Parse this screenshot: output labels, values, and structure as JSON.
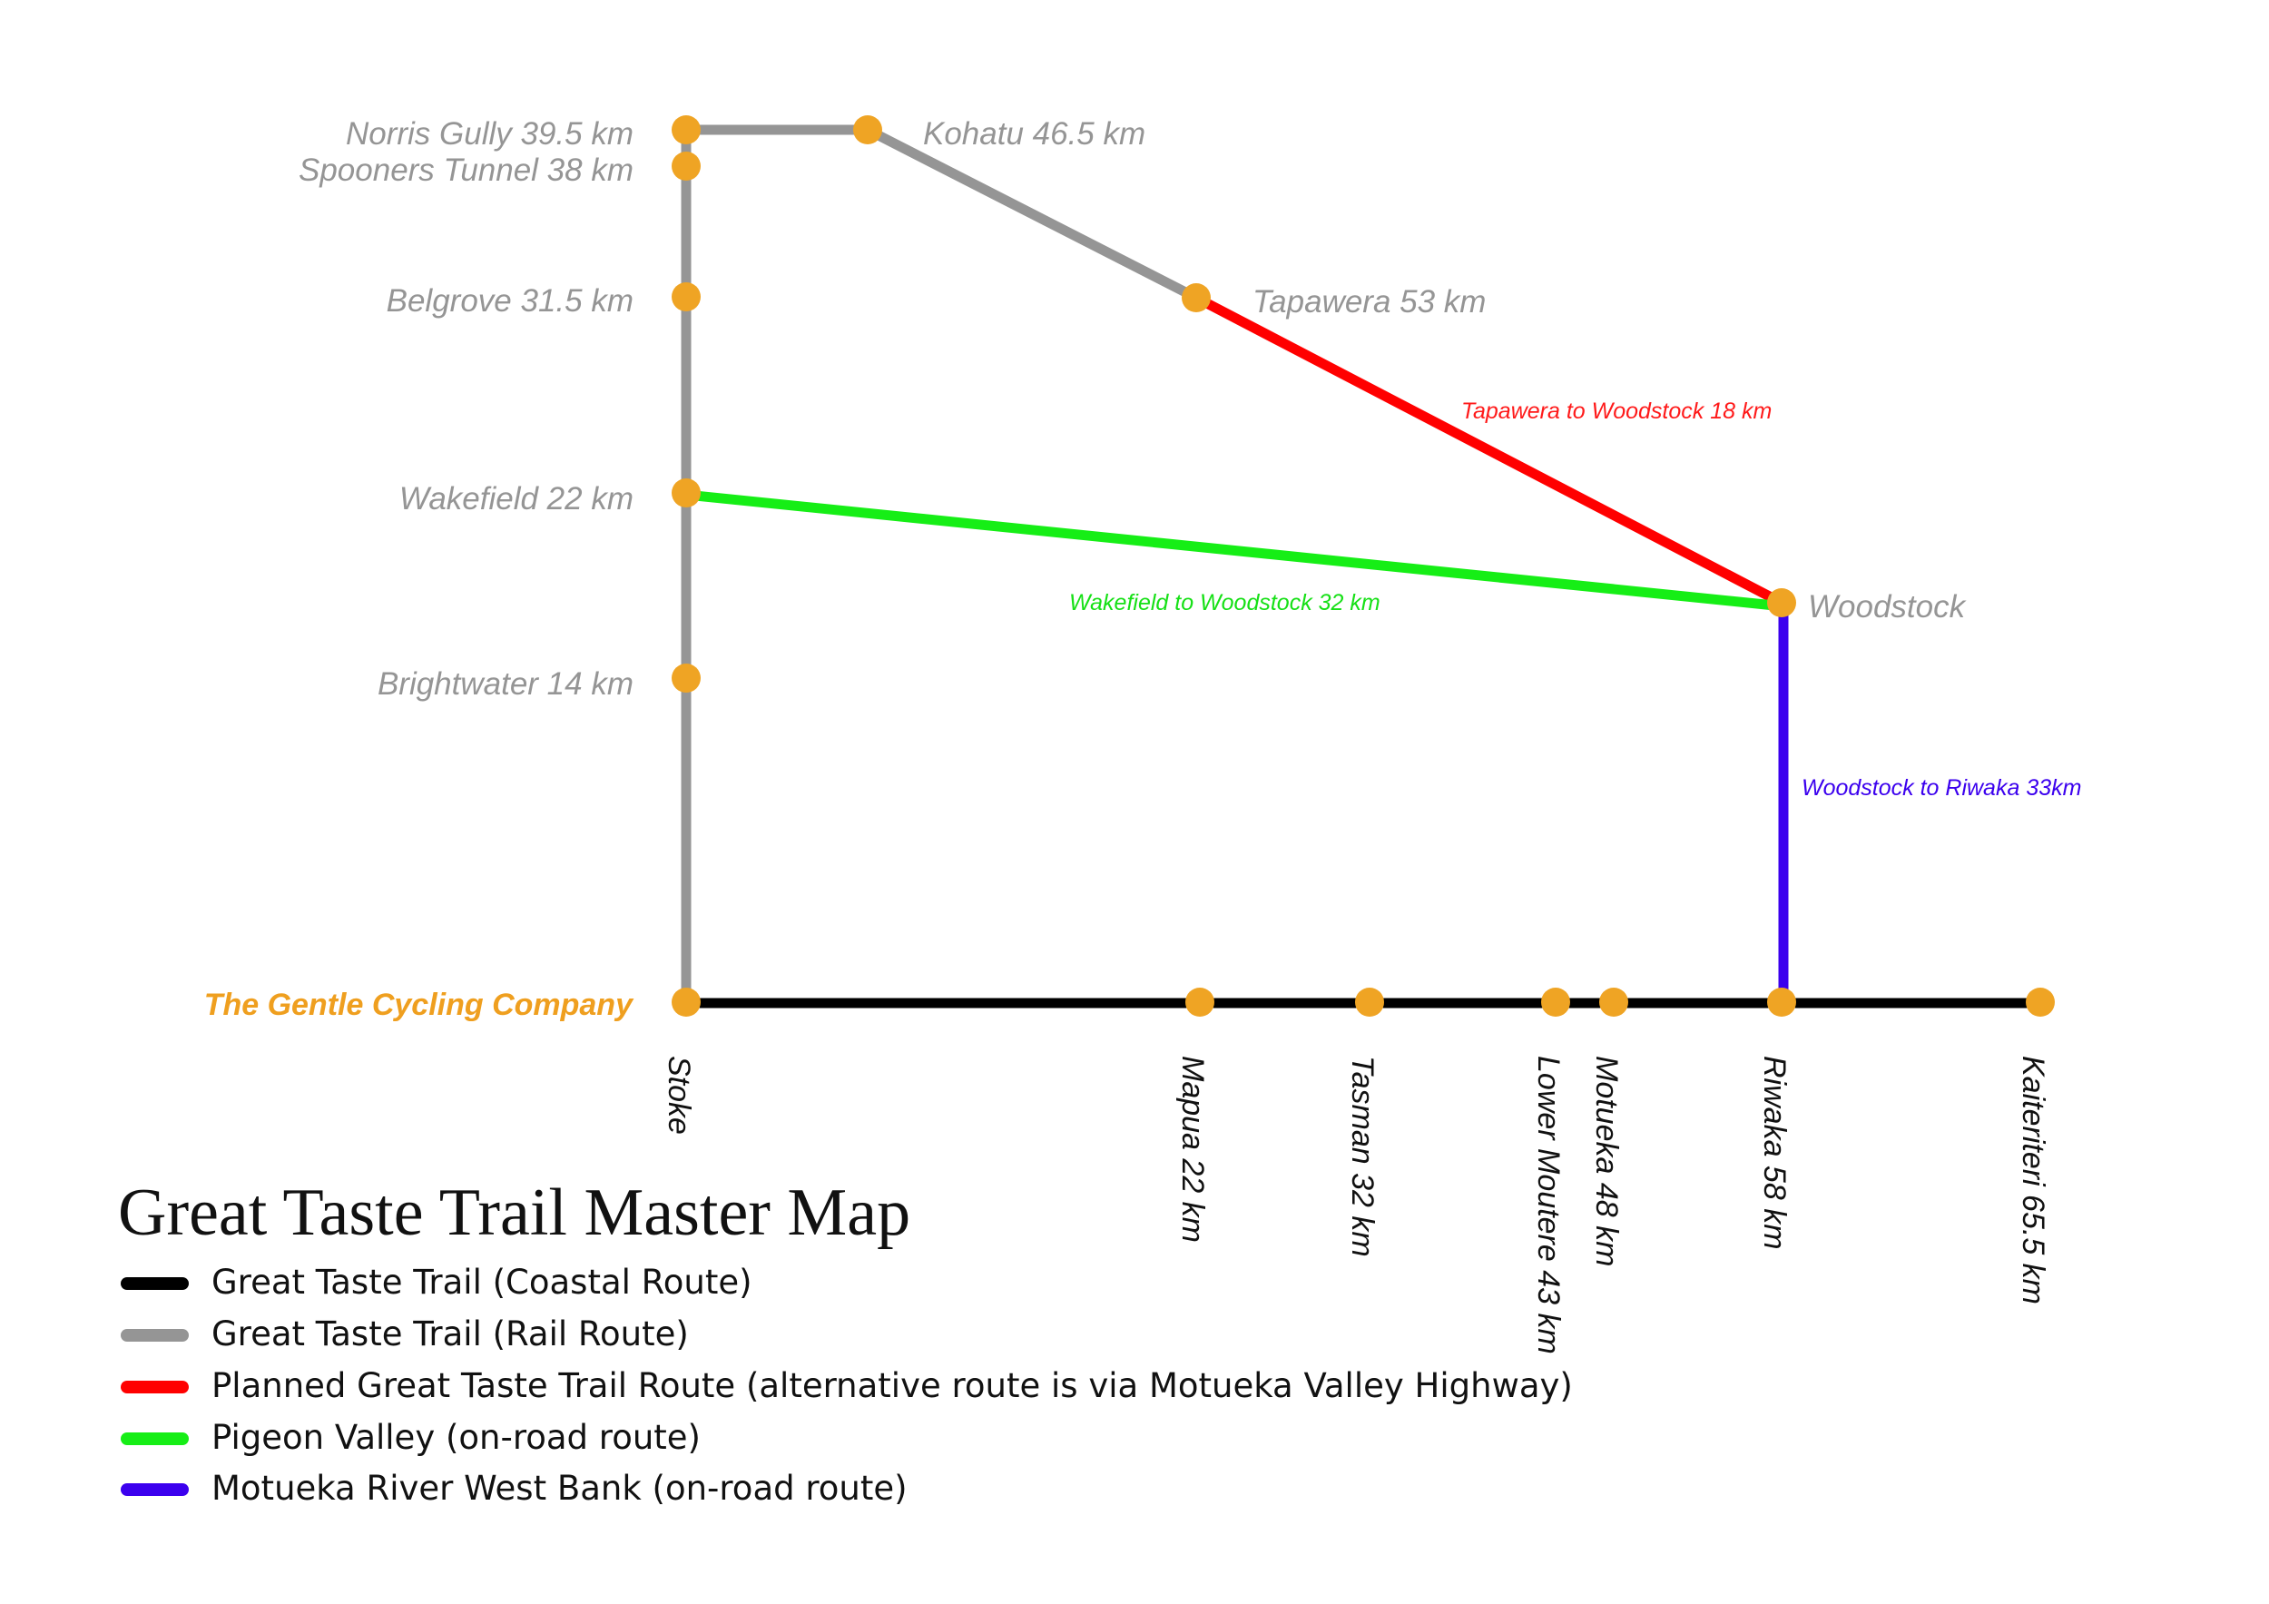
{
  "company": "The Gentle Cycling Company",
  "colors": {
    "coastal": "#000000",
    "rail": "#959595",
    "planned": "#ff0000",
    "pigeon": "#16ee16",
    "west_bank": "#3b00ee",
    "stop": "#efa424",
    "label_grey": "#959595",
    "company": "#ef9f1f"
  },
  "rail_stops": {
    "norris_gully": "Norris Gully 39.5 km",
    "spooners_tunnel": "Spooners Tunnel 38 km",
    "belgrove": "Belgrove 31.5 km",
    "wakefield": "Wakefield 22 km",
    "brightwater": "Brightwater 14 km",
    "kohatu": "Kohatu 46.5 km",
    "tapawera": "Tapawera 53 km"
  },
  "woodstock": "Woodstock",
  "route_labels": {
    "tapawera_woodstock": "Tapawera to Woodstock 18 km",
    "wakefield_woodstock": "Wakefield to Woodstock 32 km",
    "woodstock_riwaka": "Woodstock to Riwaka 33km"
  },
  "coastal_stops": {
    "stoke": "Stoke",
    "mapua": "Mapua 22 km",
    "tasman": "Tasman 32 km",
    "lower_moutere": "Lower Moutere 43 km",
    "motueka": "Motueka 48 km",
    "riwaka": "Riwaka 58 km",
    "kaiteriteri": "Kaiteriteri 65.5 km"
  },
  "title": "Great Taste Trail Master Map",
  "legend": [
    {
      "label": "Great Taste Trail (Coastal Route)",
      "color": "#000000"
    },
    {
      "label": "Great Taste Trail (Rail Route)",
      "color": "#959595"
    },
    {
      "label": "Planned Great Taste Trail Route (alternative route is via Motueka Valley Highway)",
      "color": "#ff0000"
    },
    {
      "label": "Pigeon Valley (on-road route)",
      "color": "#16ee16"
    },
    {
      "label": "Motueka River West Bank (on-road route)",
      "color": "#3b00ee"
    }
  ]
}
